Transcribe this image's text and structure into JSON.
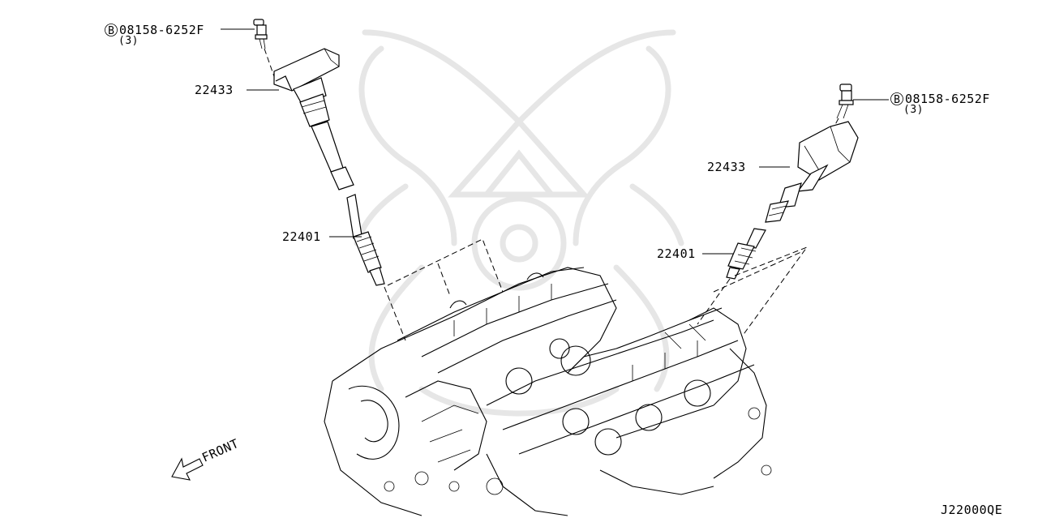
{
  "callouts": {
    "bolt_left": {
      "part_no": "08158-6252F",
      "qty": "(3)",
      "symbol": "B"
    },
    "coil_left": "22433",
    "plug_left": "22401",
    "bolt_right": {
      "part_no": "08158-6252F",
      "qty": "(3)",
      "symbol": "B"
    },
    "coil_right": "22433",
    "plug_right": "22401"
  },
  "front_label": "FRONT",
  "diagram_code": "J22000QE"
}
